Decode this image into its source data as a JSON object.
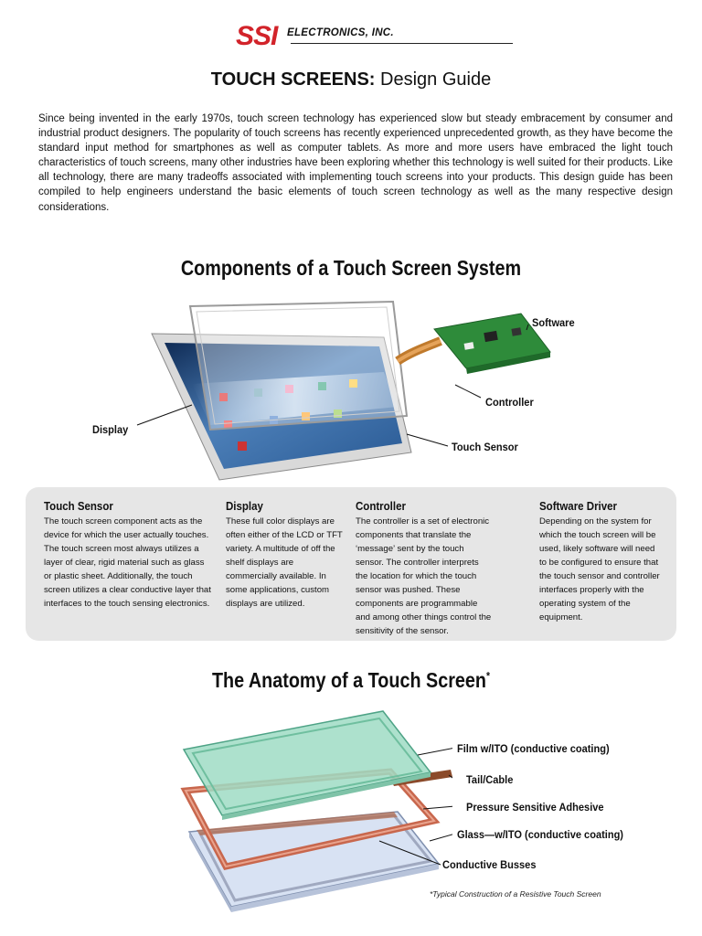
{
  "header": {
    "logo_mark": "SSI",
    "logo_text": "ELECTRONICS, INC."
  },
  "title": {
    "bold": "TOUCH SCREENS:",
    "regular": " Design Guide"
  },
  "intro": "Since being invented in the early 1970s, touch screen technology has experienced slow but steady embracement by consumer and industrial product designers.  The popularity of touch screens has recently experienced unprecedented growth, as they have become the standard input method for smartphones as well as computer tablets.   As more and more users have embraced the light touch characteristics of touch screens, many other industries have been exploring whether this technology is well suited for their products.   Like all technology, there are many tradeoffs associated with implementing touch screens into your products.  This design guide has been compiled to help engineers understand the basic elements of touch screen technology as well as the many respective design considerations.",
  "components": {
    "title": "Components of a Touch Screen System",
    "callouts": {
      "software": "Software",
      "controller": "Controller",
      "display": "Display",
      "touch_sensor": "Touch Sensor"
    },
    "columns": [
      {
        "heading": "Touch Sensor",
        "body": "The touch screen component acts as the device for which the user actually touches.   The touch screen most always utilizes a layer of clear, rigid material such as glass or plastic sheet. Additionally, the touch screen utilizes a clear conductive layer that interfaces to the touch sensing electronics."
      },
      {
        "heading": "Display",
        "body": "These full color displays are often either of the LCD or TFT variety.  A multitude of off the shelf displays are commercially available.   In some applications, custom displays are utilized."
      },
      {
        "heading": "Controller",
        "body": "The controller is a set of electronic components that translate the ‘message’ sent by the touch sensor.  The controller interprets the location for which the touch sensor was pushed.   These components are programmable and among other things control the sensitivity of the sensor."
      },
      {
        "heading": "Software Driver",
        "body": "Depending on the system for which the touch screen will be used, likely software will need to be configured to ensure that the touch sensor and controller interfaces properly with the operating system of the equipment."
      }
    ]
  },
  "anatomy": {
    "title": "The Anatomy of a Touch Screen",
    "title_mark": "*",
    "callouts": {
      "film": "Film w/ITO (conductive coating)",
      "tail": "Tail/Cable",
      "adhesive": "Pressure Sensitive Adhesive",
      "glass": "Glass—w/ITO (conductive coating)",
      "busses": "Conductive Busses"
    },
    "footnote": "*Typical Construction of a Resistive Touch Screen"
  },
  "colors": {
    "logo_red": "#d2232a",
    "panel_gray": "#e6e6e6",
    "pcb_green": "#2e8b3a",
    "film_green": "#8fd3b8",
    "adhesive_orange": "#d0745a"
  }
}
